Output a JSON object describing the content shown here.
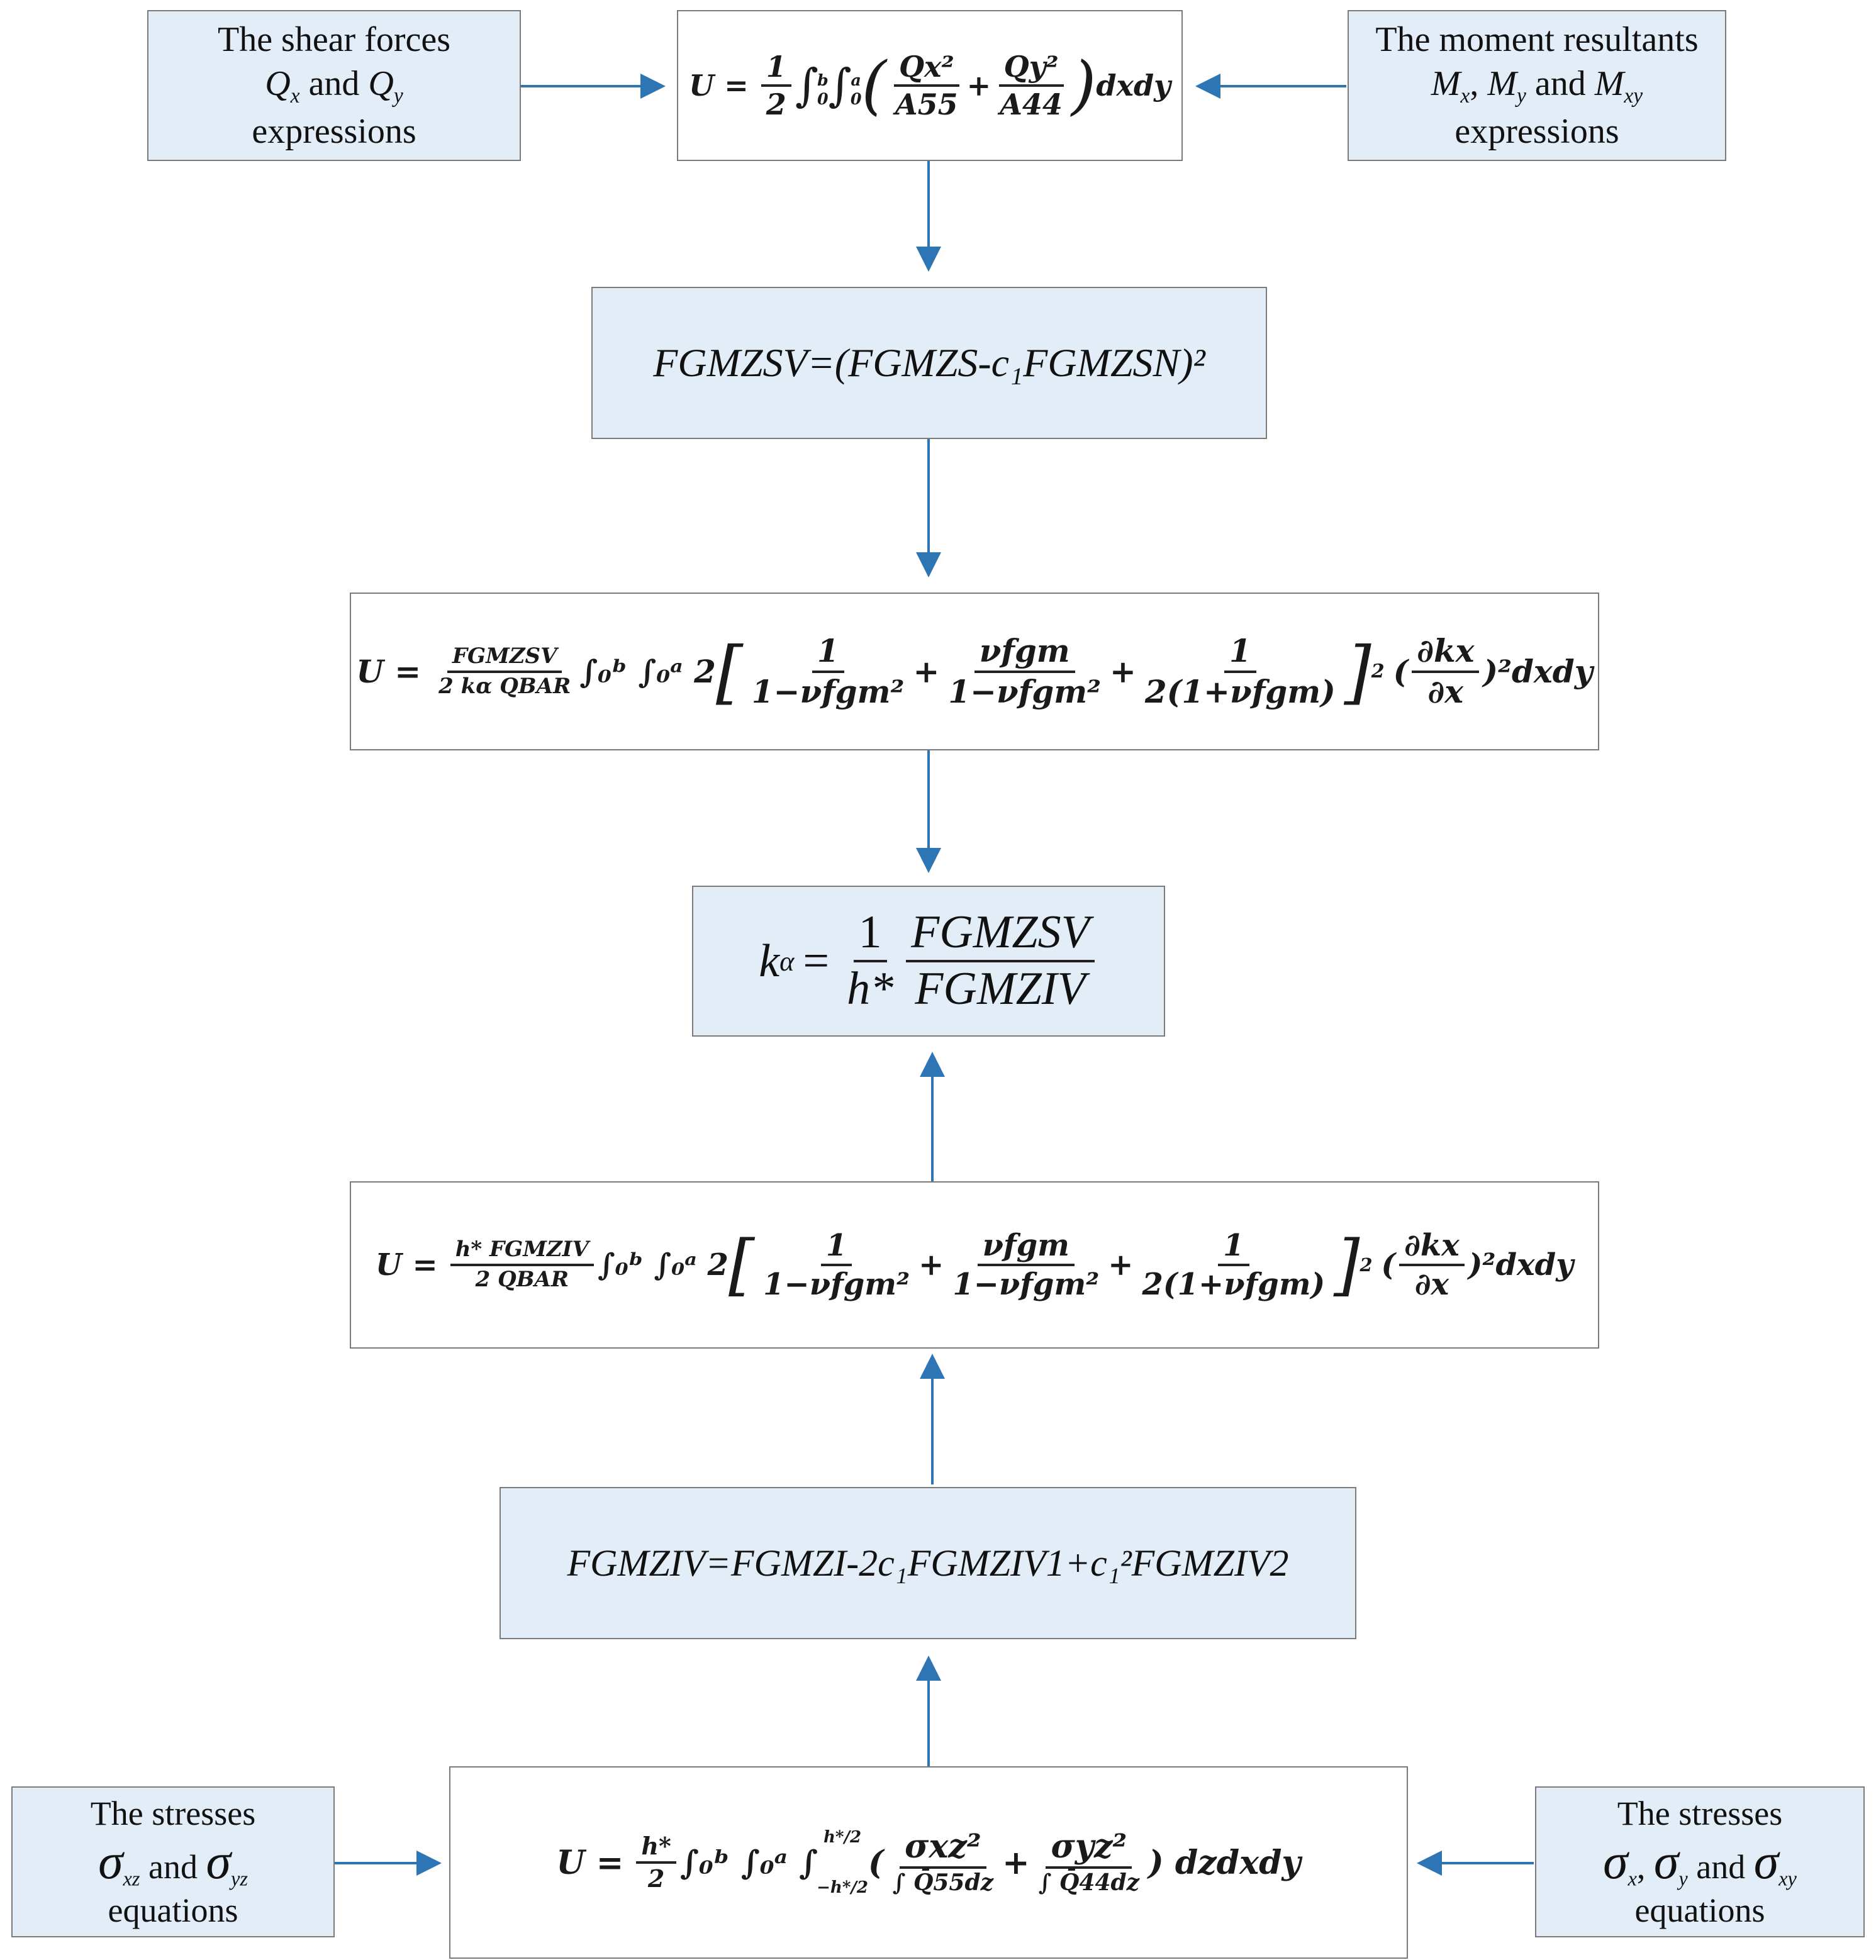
{
  "nodes": {
    "shear_forces": {
      "line1": "The shear forces",
      "q1": "Q",
      "q1_sub": "x",
      "and": "and",
      "q2": "Q",
      "q2_sub": "y",
      "line3": "expressions"
    },
    "moment_resultants": {
      "line1": "The moment resultants",
      "m1": "M",
      "m1_sub": "x",
      "m2": "M",
      "m2_sub": "y",
      "and": "and",
      "m3": "M",
      "m3_sub": "xy",
      "line3": "expressions"
    },
    "energy_top": {
      "lhs": "U =",
      "half_num": "1",
      "half_den": "2",
      "ub": "b",
      "ua": "a",
      "lo": "0",
      "t1_num": "Qx²",
      "t1_den": "A55",
      "plus": "+",
      "t2_num": "Qy²",
      "t2_den": "A44",
      "tail": "dxdy"
    },
    "fgmzsv": {
      "text": "FGMZSV=(FGMZS-c₁FGMZSN)²"
    },
    "energy_ka": {
      "lhs": "U =",
      "pre_num": "FGMZSV",
      "pre_den": "2 kα QBAR",
      "ints": "∫₀ᵇ ∫₀ᵃ 2",
      "f1_num": "1",
      "f1_den": "1−νfgm²",
      "f2_num": "νfgm",
      "f2_den": "1−νfgm²",
      "f3_num": "1",
      "f3_den": "2(1+νfgm)",
      "exp": "2",
      "deriv_num": "∂kx",
      "deriv_den": "∂x",
      "tail": ")²dxdy"
    },
    "k_alpha": {
      "lhs": "k",
      "lhs_sub": "α",
      "eq": "=",
      "c_num": "1",
      "c_den": "h*",
      "r_num": "FGMZSV",
      "r_den": "FGMZIV"
    },
    "energy_h": {
      "lhs": "U =",
      "pre_num": "h* FGMZIV",
      "pre_den": "2 QBAR",
      "ints": "∫₀ᵇ ∫₀ᵃ 2",
      "f1_num": "1",
      "f1_den": "1−νfgm²",
      "f2_num": "νfgm",
      "f2_den": "1−νfgm²",
      "f3_num": "1",
      "f3_den": "2(1+νfgm)",
      "exp": "2",
      "deriv_num": "∂kx",
      "deriv_den": "∂x",
      "tail": ")²dxdy"
    },
    "fgmziv": {
      "text": "FGMZIV=FGMZI-2c₁FGMZIV1+c₁²FGMZIV2"
    },
    "energy_bottom": {
      "lhs": "U =",
      "pre_num": "h*",
      "pre_den": "2",
      "ints": "∫₀ᵇ ∫₀ᵃ ∫",
      "lim_up": "h*/2",
      "lim_lo": "−h*/2",
      "t1_num": "σxz²",
      "t1_den": "∫ Q̄55dz",
      "plus": "+",
      "t2_num": "σyz²",
      "t2_den": "∫ Q̄44dz",
      "tail": ") dzdxdy"
    },
    "stresses_shear": {
      "line1": "The stresses",
      "s1": "σ",
      "s1_sub": "xz",
      "and": "and",
      "s2": "σ",
      "s2_sub": "yz",
      "line3": "equations"
    },
    "stresses_normal": {
      "line1": "The stresses",
      "s1": "σ",
      "s1_sub": "x",
      "comma": ",",
      "s2": "σ",
      "s2_sub": "y",
      "and": "and",
      "s3": "σ",
      "s3_sub": "xy",
      "line3": "equations"
    }
  },
  "colors": {
    "box_fill": "#e2edf8",
    "arrow": "#2e75b6",
    "border": "#7a7a7a"
  }
}
